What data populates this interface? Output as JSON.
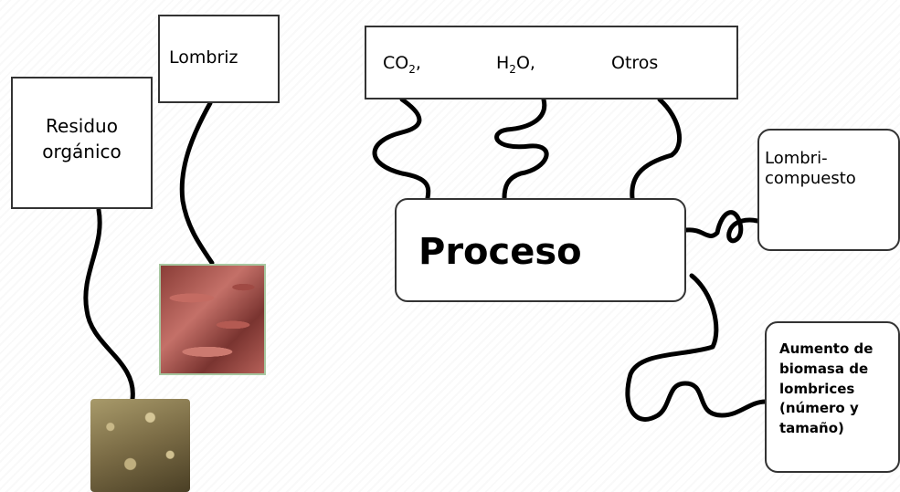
{
  "boxes": {
    "residuo": "Residuo\norgánico",
    "lombriz": "Lombriz",
    "proceso": "Proceso",
    "lombricompuesto": "Lombri-\ncompuesto",
    "aumento": "Aumento de\nbiomasa de\nlombrices\n(número y\ntamaño)"
  },
  "outputs": {
    "co2_base": "CO",
    "co2_sub": "2",
    "co2_suffix": ",",
    "h2o_h": "H",
    "h2o_sub": "2",
    "h2o_suffix": "O,",
    "otros": "Otros"
  }
}
